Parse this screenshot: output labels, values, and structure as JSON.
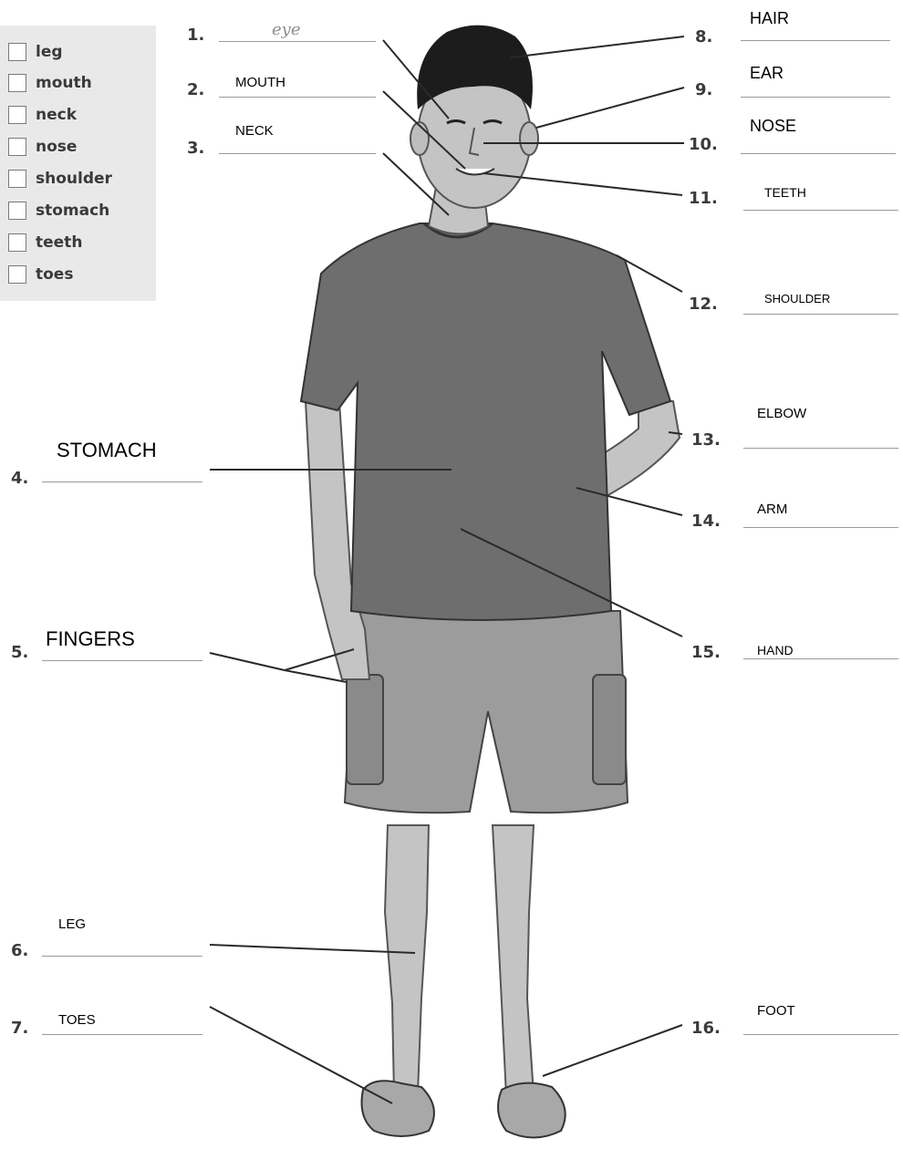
{
  "word_box": {
    "words": [
      "leg",
      "mouth",
      "neck",
      "nose",
      "shoulder",
      "stomach",
      "teeth",
      "toes"
    ]
  },
  "labels": [
    {
      "number": "1.",
      "answer": "eye"
    },
    {
      "number": "2.",
      "answer": "MOUTH"
    },
    {
      "number": "3.",
      "answer": "NECK"
    },
    {
      "number": "4.",
      "answer": "STOMACH"
    },
    {
      "number": "5.",
      "answer": "FINGERS"
    },
    {
      "number": "6.",
      "answer": "LEG"
    },
    {
      "number": "7.",
      "answer": "TOES"
    },
    {
      "number": "8.",
      "answer": "HAIR"
    },
    {
      "number": "9.",
      "answer": "EAR"
    },
    {
      "number": "10.",
      "answer": "NOSE"
    },
    {
      "number": "11.",
      "answer": "TEETH"
    },
    {
      "number": "12.",
      "answer": "SHOULDER"
    },
    {
      "number": "13.",
      "answer": "ELBOW"
    },
    {
      "number": "14.",
      "answer": "ARM"
    },
    {
      "number": "15.",
      "answer": "HAND"
    },
    {
      "number": "16.",
      "answer": "FOOT"
    }
  ],
  "colors": {
    "word_box_bg": "#e9e9e9",
    "answer_line": "#9a9a9a",
    "leader_line": "#2a2a2a",
    "figure_shirt": "#6e6e6e",
    "figure_shorts": "#9c9c9c",
    "figure_skin": "#c4c4c4"
  }
}
